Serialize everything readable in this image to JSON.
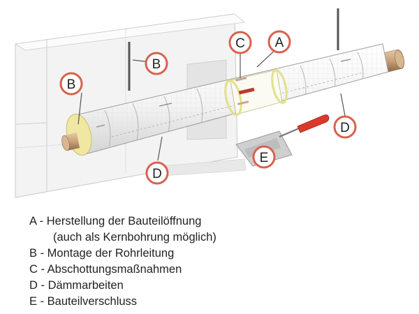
{
  "markers": [
    {
      "id": "A",
      "label": "A"
    },
    {
      "id": "B1",
      "label": "B"
    },
    {
      "id": "B2",
      "label": "B"
    },
    {
      "id": "C",
      "label": "C"
    },
    {
      "id": "D1",
      "label": "D"
    },
    {
      "id": "D2",
      "label": "D"
    },
    {
      "id": "E",
      "label": "E"
    }
  ],
  "legend": [
    {
      "line": "A - Herstellung der Bauteilöffnung",
      "sub": "(auch als Kernbohrung möglich)"
    },
    {
      "line": "B - Montage der Rohrleitung"
    },
    {
      "line": "C - Abschottungsmaßnahmen"
    },
    {
      "line": "D - Dämmarbeiten"
    },
    {
      "line": "E - Bauteilverschluss"
    }
  ],
  "colors": {
    "marker_ring": "#d9614e",
    "pipe_copper": "#c8a078",
    "insulation_yellow": "#efe7a2",
    "wall_face": "#f3f3f3",
    "wall_side": "#e2e2e2",
    "trowel_handle": "#d93a2b"
  }
}
